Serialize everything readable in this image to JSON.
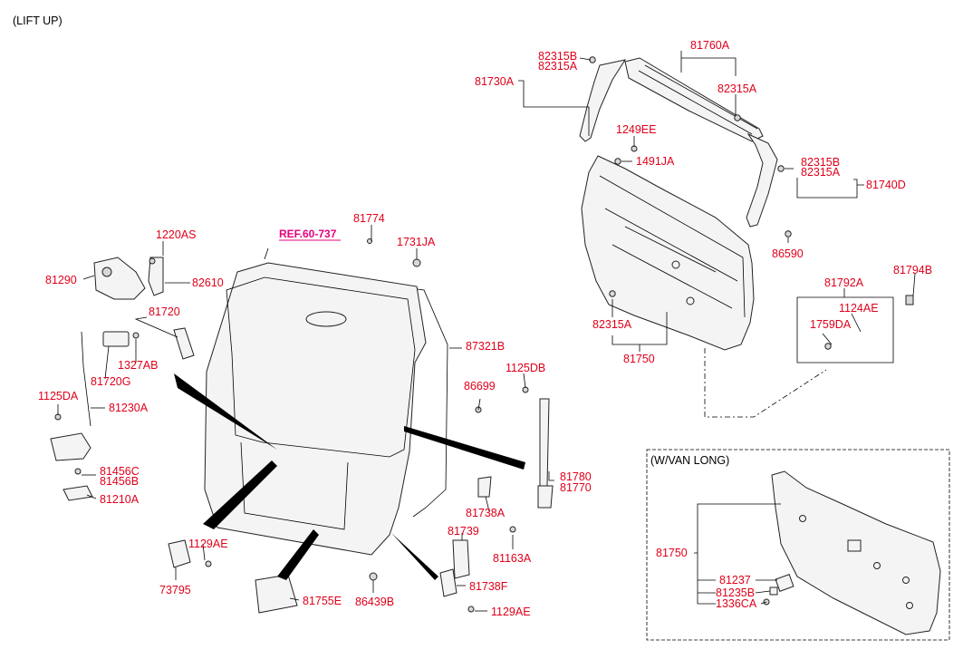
{
  "header": "(LIFT UP)",
  "variant_box_title": "(W/VAN LONG)",
  "reference_link": "REF.60-737",
  "colors": {
    "label": "#e0001a",
    "reference": "#e6007e",
    "outline": "#222222"
  },
  "labels": {
    "p82315B_a": "82315B",
    "p82315A_a": "82315A",
    "p81730A": "81730A",
    "p81760A": "81760A",
    "p82315A_b": "82315A",
    "p1249EE": "1249EE",
    "p1491JA": "1491JA",
    "p82315B_b": "82315B",
    "p82315A_c": "82315A",
    "p81740D": "81740D",
    "p86590": "86590",
    "p81792A": "81792A",
    "p81794B": "81794B",
    "p1124AE": "1124AE",
    "p1759DA": "1759DA",
    "p82315A_d": "82315A",
    "p81750_a": "81750",
    "p81774": "81774",
    "p1731JA": "1731JA",
    "p1220AS": "1220AS",
    "p81290": "81290",
    "p82610": "82610",
    "p81720": "81720",
    "p87321B": "87321B",
    "p1327AB": "1327AB",
    "p81720G": "81720G",
    "p1125DB": "1125DB",
    "p86699": "86699",
    "p1125DA": "1125DA",
    "p81230A": "81230A",
    "p81456C": "81456C",
    "p81456B": "81456B",
    "p81210A": "81210A",
    "p81780": "81780",
    "p81770": "81770",
    "p81738A": "81738A",
    "p81739": "81739",
    "p81163A": "81163A",
    "p1129AE_a": "1129AE",
    "p73795": "73795",
    "p81755E": "81755E",
    "p86439B": "86439B",
    "p81738F": "81738F",
    "p1129AE_b": "1129AE",
    "p81750_b": "81750",
    "p81237": "81237",
    "p81235B": "81235B",
    "p1336CA": "1336CA"
  }
}
